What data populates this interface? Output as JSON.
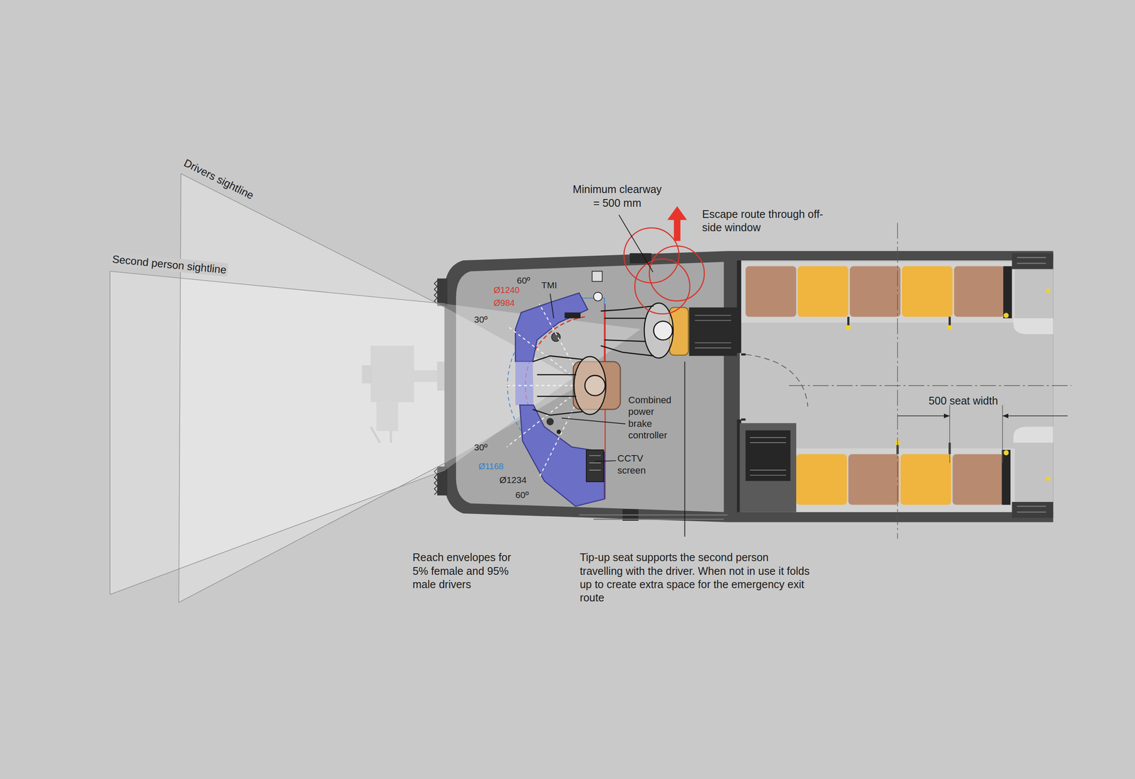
{
  "diagram": {
    "labels": [
      "Drivers sightline",
      "Second person sightline",
      "Minimum clearway = 500 mm",
      "Escape route through off-side window",
      "60º",
      "TMI",
      "Ø1240",
      "Ø984",
      "30º",
      "Combined power brake controller",
      "CCTV screen",
      "30º",
      "Ø1168",
      "Ø1234",
      "60º",
      "500 seat width",
      "Reach envelopes for 5% female and 95% male drivers",
      "Tip-up seat supports the second person travelling with the driver. When not in use it folds up to create extra space for the emergency exit route"
    ]
  }
}
